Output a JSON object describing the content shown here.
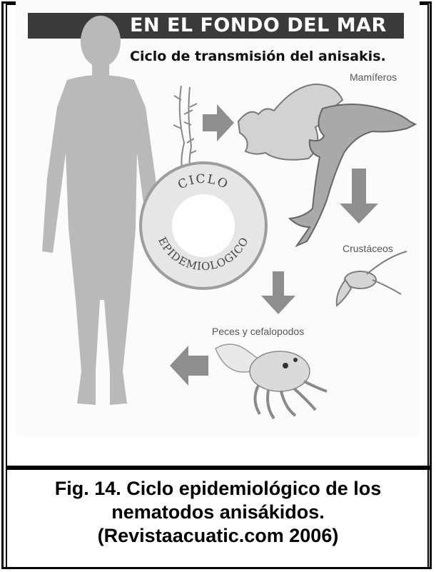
{
  "figure": {
    "banner": "EN EL FONDO DEL MAR",
    "subtitle": "Ciclo de transmisión del anisakis.",
    "labels": {
      "mammals": "Mamíferos",
      "crustaceans": "Crustáceos",
      "fish": "Peces y cefalopodos"
    },
    "cycle": {
      "top": "CICLO",
      "bottom": "EPIDEMIOLOGICO"
    }
  },
  "caption": {
    "line1": "Fig. 14. Ciclo epidemiológico de los",
    "line2": "nematodos anisákidos.",
    "line3": "(Revistaacuatic.com 2006)"
  }
}
